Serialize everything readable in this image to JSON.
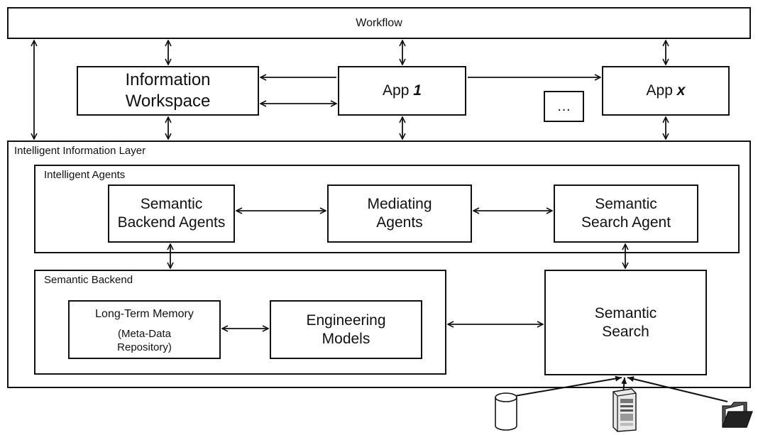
{
  "workflow": {
    "label": "Workflow"
  },
  "top_row": {
    "info_workspace": {
      "line1": "Information",
      "line2": "Workspace"
    },
    "app1": {
      "prefix": "App ",
      "index": "1"
    },
    "ellipsis": {
      "label": "…"
    },
    "appx": {
      "prefix": "App ",
      "index": "x"
    }
  },
  "intelligent_layer": {
    "title": "Intelligent Information Layer",
    "agents_group": {
      "title": "Intelligent Agents",
      "semantic_backend_agents": {
        "line1": "Semantic",
        "line2": "Backend Agents"
      },
      "mediating_agents": {
        "line1": "Mediating",
        "line2": "Agents"
      },
      "semantic_search_agent": {
        "line1": "Semantic",
        "line2": "Search Agent"
      }
    },
    "backend_group": {
      "title": "Semantic Backend",
      "long_term_memory": {
        "line1": "Long-Term Memory",
        "line2": "(Meta-Data",
        "line3": "Repository)"
      },
      "engineering_models": {
        "line1": "Engineering",
        "line2": "Models"
      }
    },
    "semantic_search": {
      "line1": "Semantic",
      "line2": "Search"
    }
  },
  "data_sources": {
    "icons": [
      "database-icon",
      "server-icon",
      "folder-icon"
    ]
  }
}
